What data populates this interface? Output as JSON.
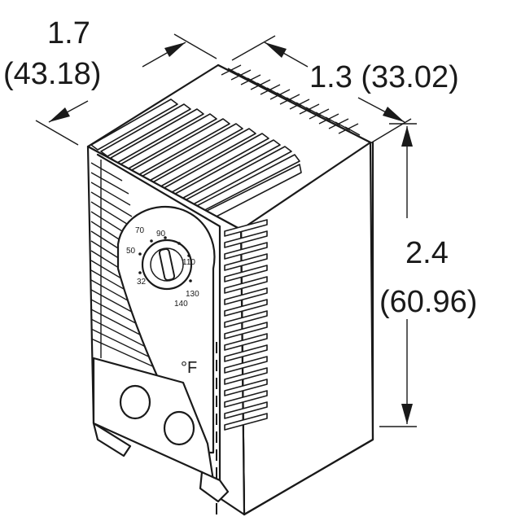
{
  "dimensions": {
    "width": {
      "inches": "1.7",
      "mm": "(43.18)"
    },
    "depth": {
      "label": "1.3 (33.02)"
    },
    "height": {
      "inches": "2.4",
      "mm": "(60.96)"
    }
  },
  "dial": {
    "scale_labels": [
      "70",
      "90",
      "50",
      "110",
      "32",
      "130",
      "140"
    ],
    "unit": "°F"
  }
}
